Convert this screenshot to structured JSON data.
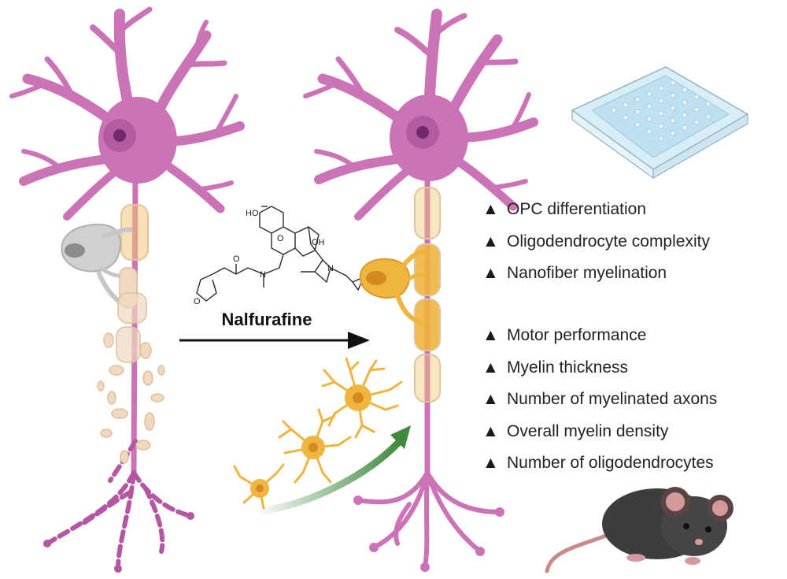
{
  "drug": {
    "name": "Nalfurafine",
    "structure_labels": {
      "hydroxyl_top": "HO",
      "hydroxyl_center": "OH",
      "carbonyl_oxygen": "O",
      "furan_oxygen": "O",
      "ring_oxygen": "O",
      "amide_nitrogen": "N",
      "ring_nitrogen": "N"
    }
  },
  "in_vitro_effects": [
    {
      "marker": "▲",
      "label": "OPC differentiation"
    },
    {
      "marker": "▲",
      "label": "Oligodendrocyte complexity"
    },
    {
      "marker": "▲",
      "label": "Nanofiber myelination"
    }
  ],
  "in_vivo_effects": [
    {
      "marker": "▲",
      "label": "Motor performance"
    },
    {
      "marker": "▲",
      "label": "Myelin thickness"
    },
    {
      "marker": "▲",
      "label": "Number of myelinated axons"
    },
    {
      "marker": "▲",
      "label": "Overall myelin density"
    },
    {
      "marker": "▲",
      "label": "Number of oligodendrocytes"
    }
  ],
  "colors": {
    "neuron": "#cc72b6",
    "neuron_outline": "#a4518f",
    "soma_nucleus": "#8d3a82",
    "myelin": "#f2c77a",
    "oligodendrocyte": "#f0b53f",
    "damaged_myelin": "#efd9c0",
    "damaged_glia": "#c6c6c6",
    "treatment_arrow": "#111111",
    "differentiation_arrow": "#3f8a3f",
    "mouse": "#3d3d3d",
    "well_plate": "#d7eef7"
  }
}
